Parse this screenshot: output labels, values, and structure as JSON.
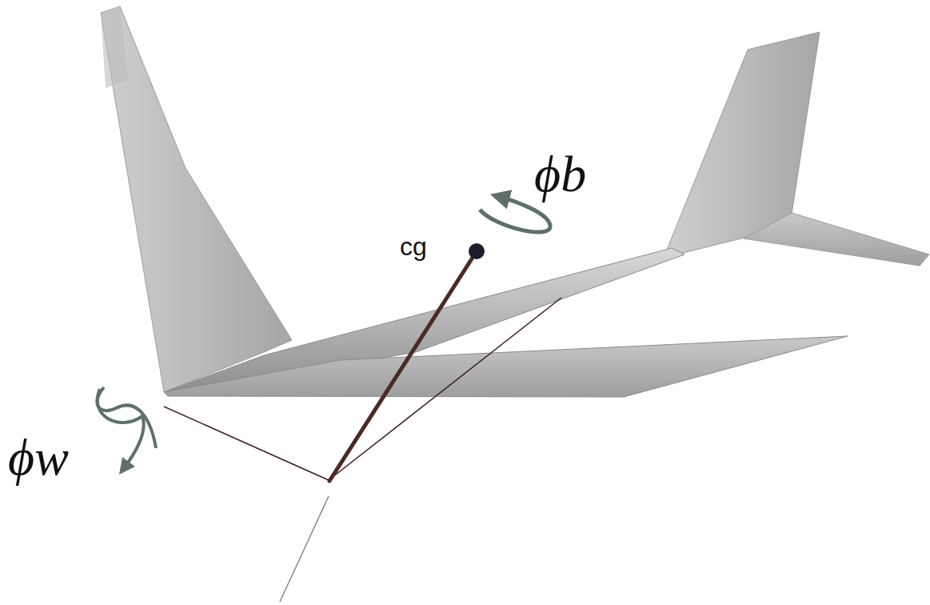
{
  "diagram": {
    "labels": [
      "cg",
      "ϕb",
      "ϕw"
    ]
  }
}
